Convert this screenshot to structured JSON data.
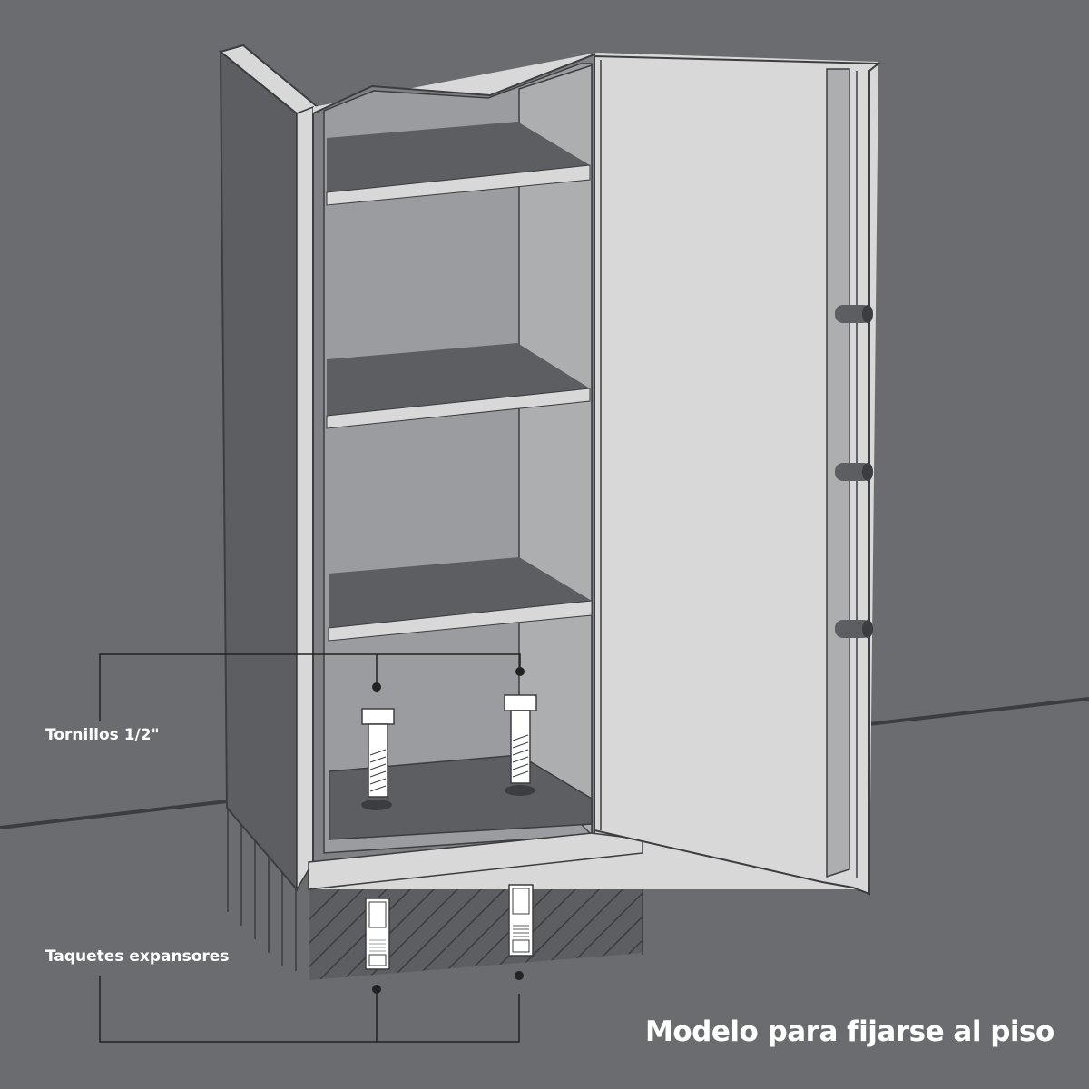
{
  "diagram": {
    "title": "Modelo para fijarse al piso",
    "subject": "Floor-mounted safe cabinet with open door",
    "callouts": [
      {
        "id": "bolts",
        "label": "Tornillos 1/2\"",
        "count": 2
      },
      {
        "id": "anchors",
        "label": "Taquetes expansores",
        "count": 2
      }
    ],
    "components": {
      "shelves": 3,
      "door_hinges": 3
    },
    "colors": {
      "background": "#6b6c70",
      "cabinet_side": "#5d5e61",
      "cabinet_edge": "#d8d8d8",
      "interior_back": "#9a9c9f",
      "interior_side": "#adaeb0",
      "shelf_top": "#5d5e61",
      "shelf_front": "#d8d8d8",
      "door_face": "#d8d8d8",
      "outline": "#3c3d40",
      "text": "#ffffff"
    }
  }
}
